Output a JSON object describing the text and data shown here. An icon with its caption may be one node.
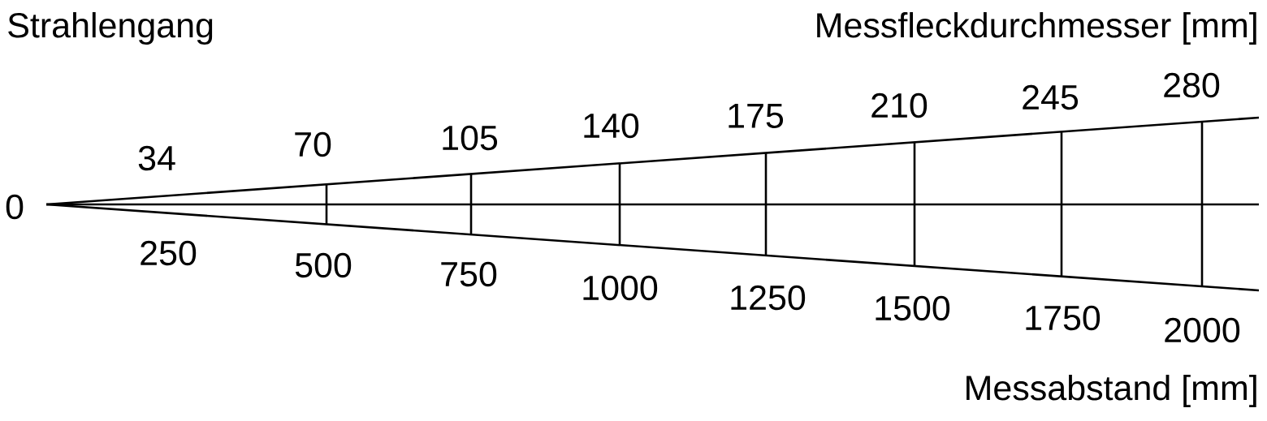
{
  "diagram": {
    "labels": [
      "Strahlengang",
      "Messfleckdurchmesser [mm]",
      "34",
      "70",
      "105",
      "140",
      "175",
      "210",
      "245",
      "280",
      "0",
      "250",
      "500",
      "750",
      "1000",
      "1250",
      "1500",
      "1750",
      "2000",
      "Messabstand [mm]"
    ]
  }
}
